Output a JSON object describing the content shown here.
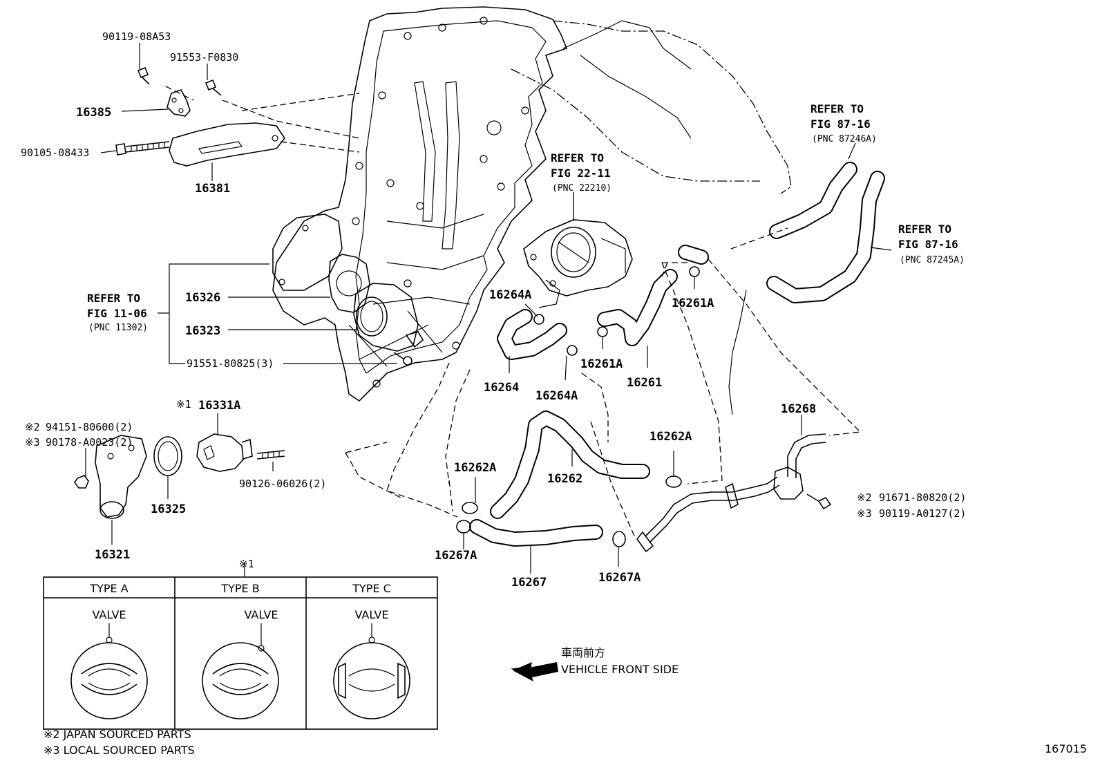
{
  "diagram_number": "167015",
  "part_labels": {
    "p90119_08A53": "90119-08A53",
    "p91553_F0830": "91553-F0830",
    "p16385": "16385",
    "p90105_08433": "90105-08433",
    "p16381": "16381",
    "p16326": "16326",
    "p16323": "16323",
    "p91551_80825": "91551-80825(3)",
    "p16331A": "16331A",
    "p94151_80600": "94151-80600(2)",
    "p90178_A0023": "90178-A0023(2)",
    "p90126_06026": "90126-06026(2)",
    "p16325": "16325",
    "p16321": "16321",
    "p16264A_1": "16264A",
    "p16264A_2": "16264A",
    "p16264": "16264",
    "p16261A_1": "16261A",
    "p16261A_2": "16261A",
    "p16261": "16261",
    "p16262A_1": "16262A",
    "p16262A_2": "16262A",
    "p16262": "16262",
    "p16267A_1": "16267A",
    "p16267A_2": "16267A",
    "p16267": "16267",
    "p16268": "16268",
    "p91671_80820": "91671-80820(2)",
    "p90119_A0127": "90119-A0127(2)"
  },
  "markers": {
    "m1": "※1",
    "m1_table": "※1",
    "m2_a": "※2",
    "m3_a": "※3",
    "m2_b": "※2",
    "m3_b": "※3"
  },
  "references": {
    "ref_11_06": {
      "line1": "REFER TO",
      "line2": "FIG 11-06",
      "line3": "(PNC 11302)"
    },
    "ref_22_11": {
      "line1": "REFER TO",
      "line2": "FIG 22-11",
      "line3": "(PNC 22210)"
    },
    "ref_87_16_a": {
      "line1": "REFER TO",
      "line2": "FIG 87-16",
      "line3": "(PNC 87246A)"
    },
    "ref_87_16_b": {
      "line1": "REFER TO",
      "line2": "FIG 87-16",
      "line3": "(PNC 87245A)"
    }
  },
  "direction": {
    "japanese": "車両前方",
    "english": "VEHICLE FRONT SIDE"
  },
  "type_table": {
    "columns": [
      "TYPE A",
      "TYPE B",
      "TYPE C"
    ],
    "cell_label": "VALVE"
  },
  "notes": {
    "note2": "※2 JAPAN SOURCED PARTS",
    "note3": "※3 LOCAL SOURCED PARTS"
  }
}
